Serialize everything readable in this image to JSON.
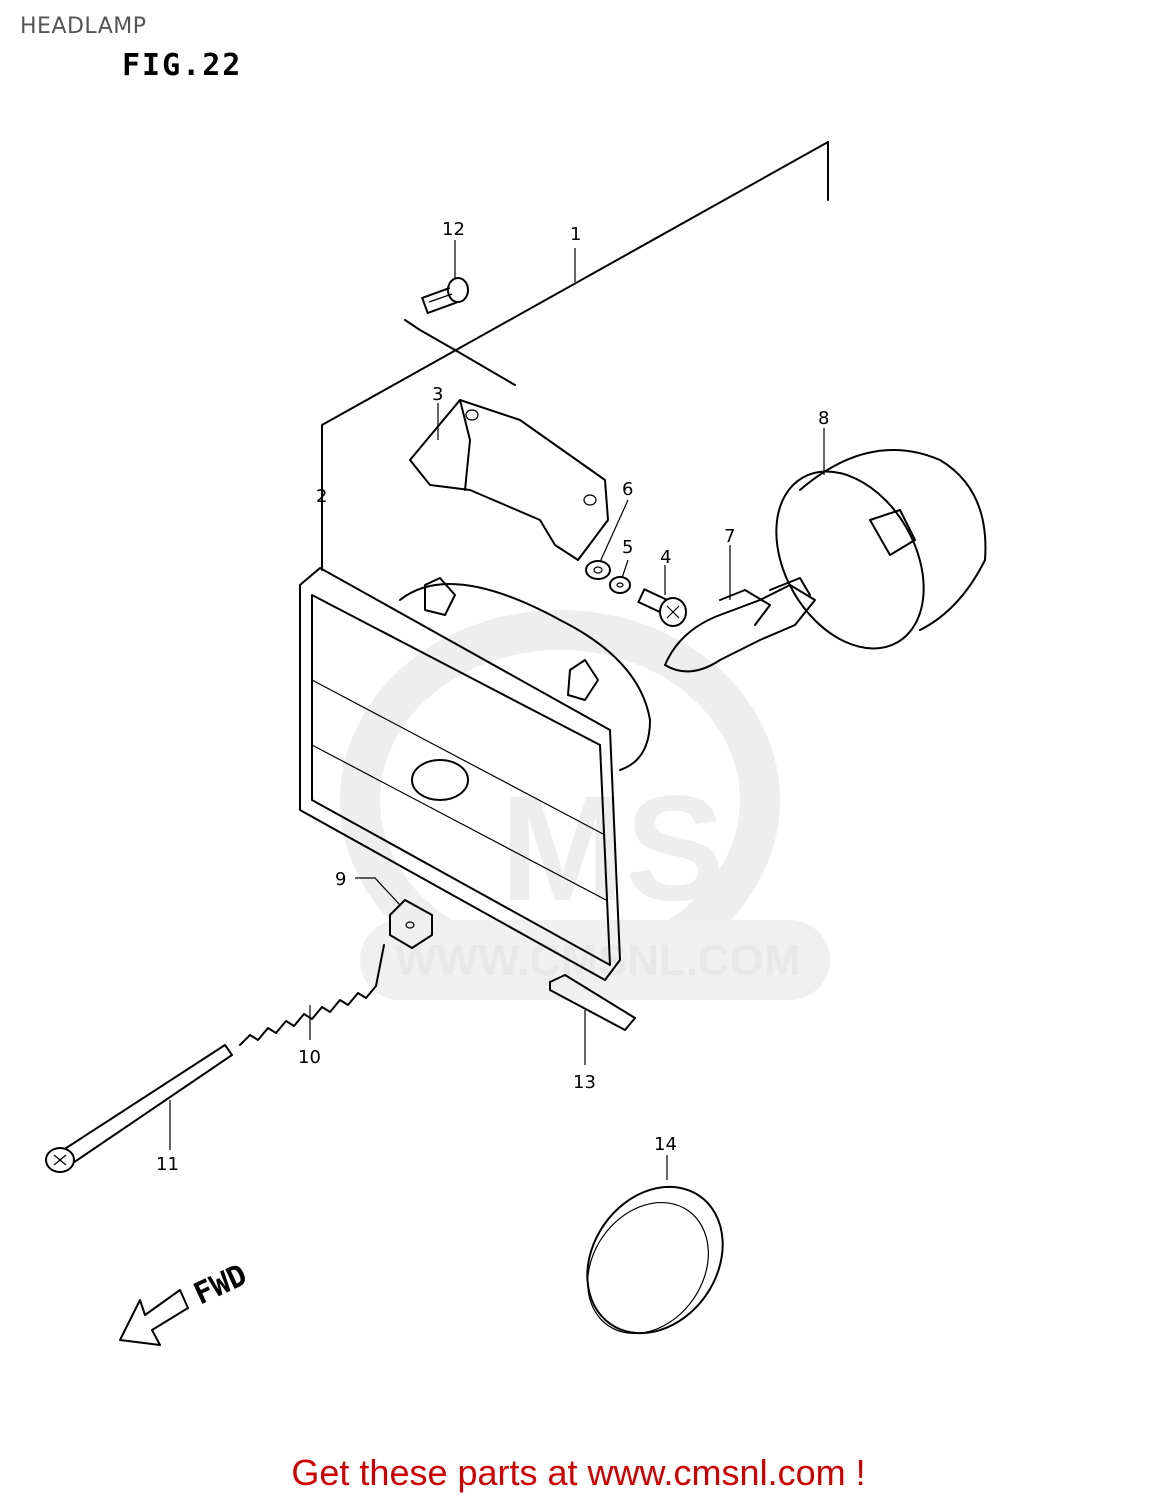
{
  "header": {
    "page_title": "HEADLAMP",
    "figure_label": "FIG.22"
  },
  "watermark": {
    "line1": "MS",
    "url": "WWW.CMSNL.COM"
  },
  "callouts": [
    "1",
    "2",
    "3",
    "4",
    "5",
    "6",
    "7",
    "8",
    "9",
    "10",
    "11",
    "12",
    "13",
    "14"
  ],
  "direction_label": "FWD",
  "footer": {
    "cta_text": "Get these parts at www.cmsnl.com !"
  },
  "colors": {
    "cta": "#d00000",
    "line": "#000000",
    "watermark": "#e8e8e8"
  }
}
